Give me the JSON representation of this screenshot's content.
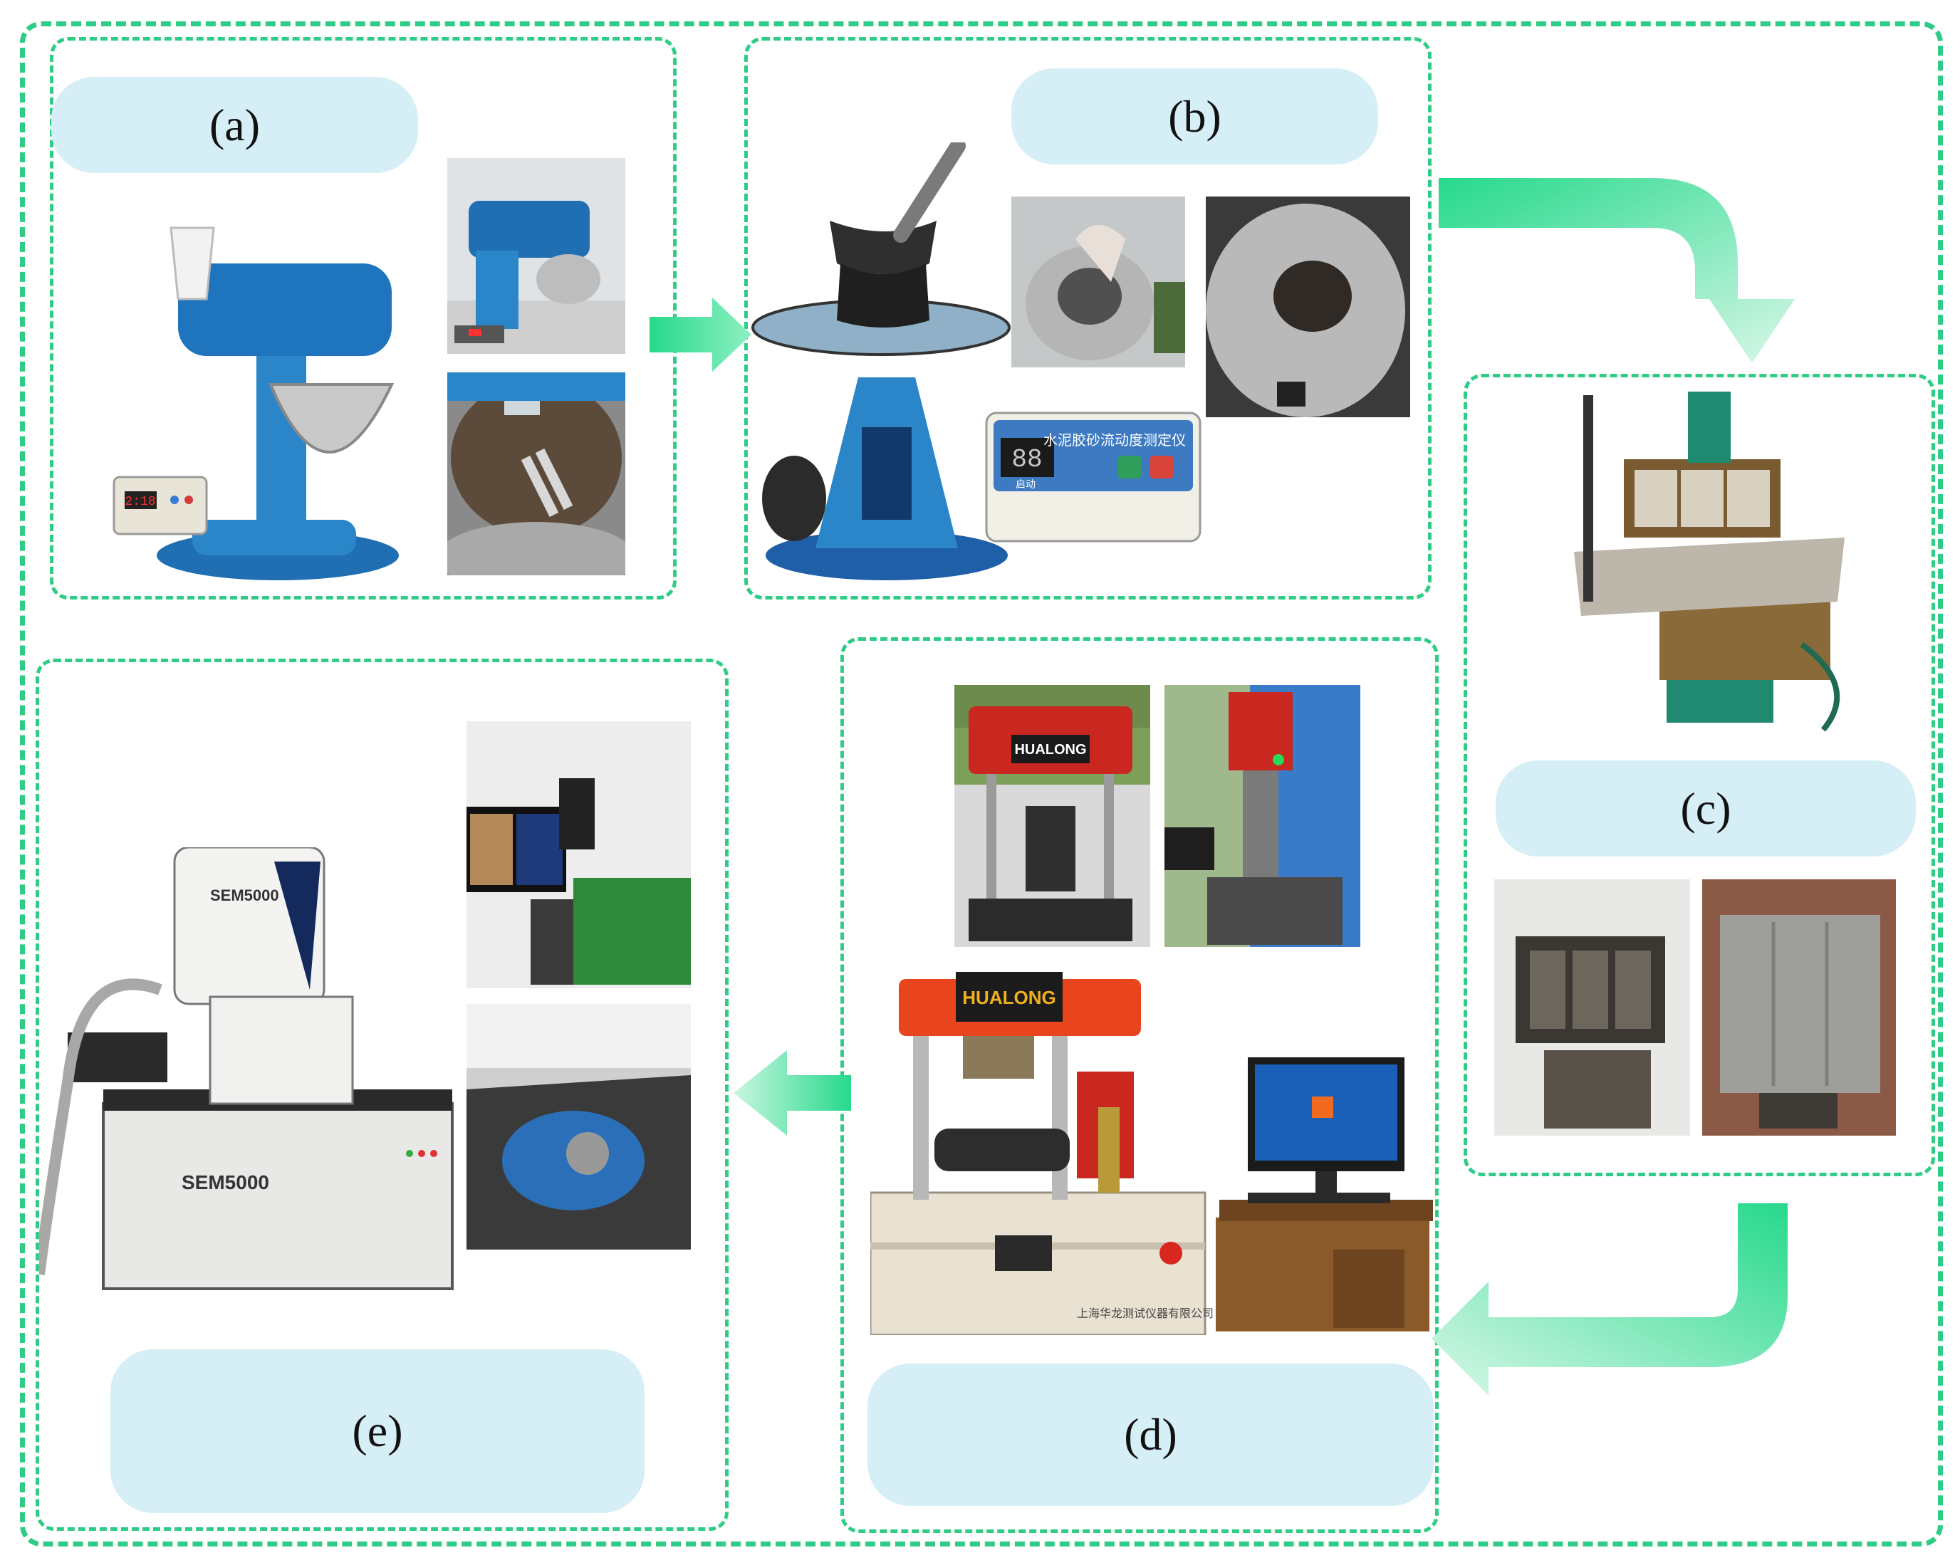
{
  "panels": {
    "a": {
      "label": "(a)"
    },
    "b": {
      "label": "(b)"
    },
    "c": {
      "label": "(c)"
    },
    "d": {
      "label": "(d)"
    },
    "e": {
      "label": "(e)"
    }
  },
  "equipment_text": {
    "mixer_display": "2:18",
    "flow_display": "88",
    "flow_panel_title": "水泥胶砂流动度测定仪",
    "flow_panel_sub": "启动",
    "press_brand": "HUALONG",
    "press_brand_small": "HUALONG",
    "press_footer": "上海华龙测试仪器有限公司",
    "sem_model_top": "SEM5000",
    "sem_model_base": "SEM5000"
  },
  "colors": {
    "frame_dash": "#2ecc85",
    "label_fill": "#d6eef6",
    "arrow_start": "#26d98c",
    "arrow_end": "#d8f7e8"
  }
}
